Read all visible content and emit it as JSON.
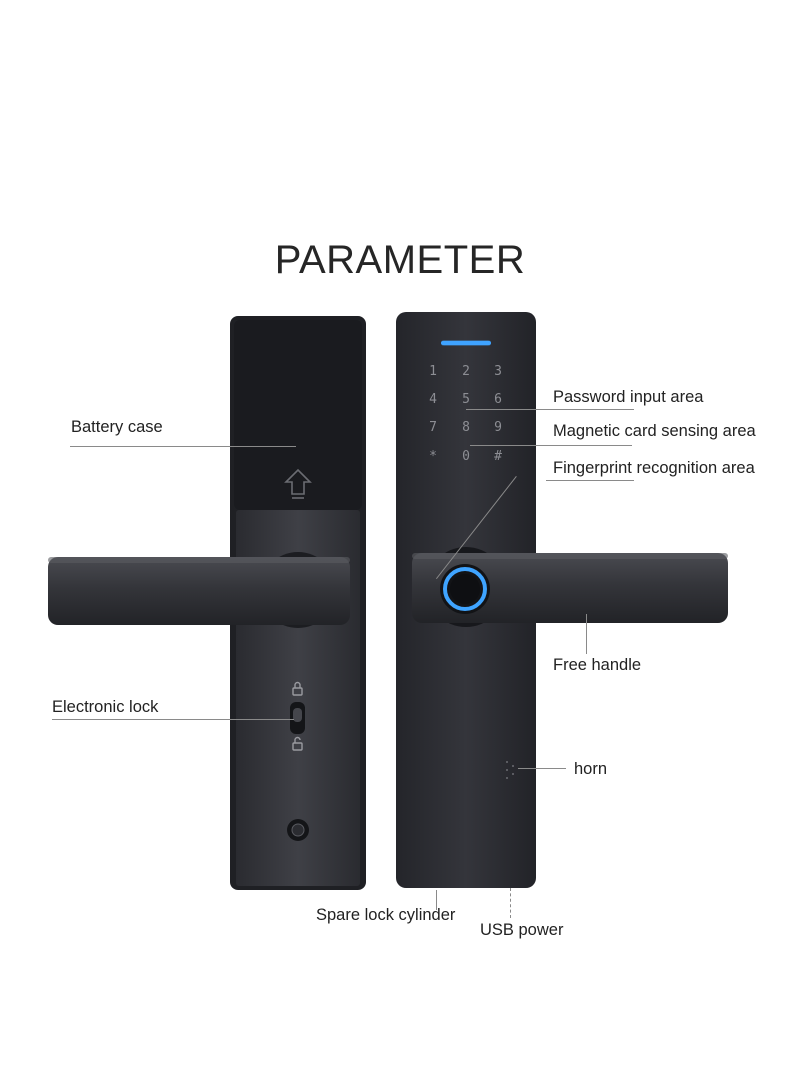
{
  "title": "PARAMETER",
  "keypad_keys": [
    "1",
    "2",
    "3",
    "4",
    "5",
    "6",
    "7",
    "8",
    "9",
    "*",
    "0",
    "#"
  ],
  "labels": {
    "battery_case": "Battery case",
    "electronic_lock": "Electronic lock",
    "password_input_area": "Password input area",
    "magnetic_card_sensing_area": "Magnetic card sensing area",
    "fingerprint_recognition_area": "Fingerprint recognition area",
    "free_handle": "Free handle",
    "horn": "horn",
    "spare_lock_cylinder": "Spare lock cylinder",
    "usb_power": "USB power"
  },
  "colors": {
    "body_dark": "#2b2c31",
    "body_plate": "#3a3b41",
    "indicator_blue": "#3fa4ff"
  }
}
